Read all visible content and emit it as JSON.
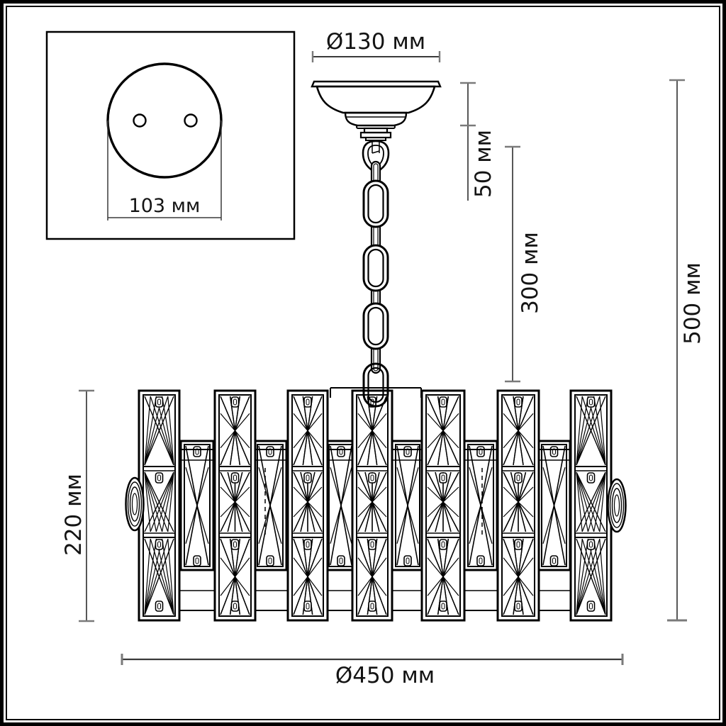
{
  "diagram": {
    "type": "technical-drawing",
    "subject": "chandelier suspension dimension diagram",
    "labels": {
      "canopy_diameter": "Ø130 мм",
      "canopy_height": "50 мм",
      "chain_length": "300 мм",
      "body_height": "220 мм",
      "total_height": "500 мм",
      "body_diameter": "Ø450 мм",
      "mount_holes_spacing": "103 мм"
    },
    "colors": {
      "line": "#000000",
      "dimension_line": "#3a3a3a",
      "tick": "#7a7a7a",
      "background": "#ffffff"
    }
  }
}
